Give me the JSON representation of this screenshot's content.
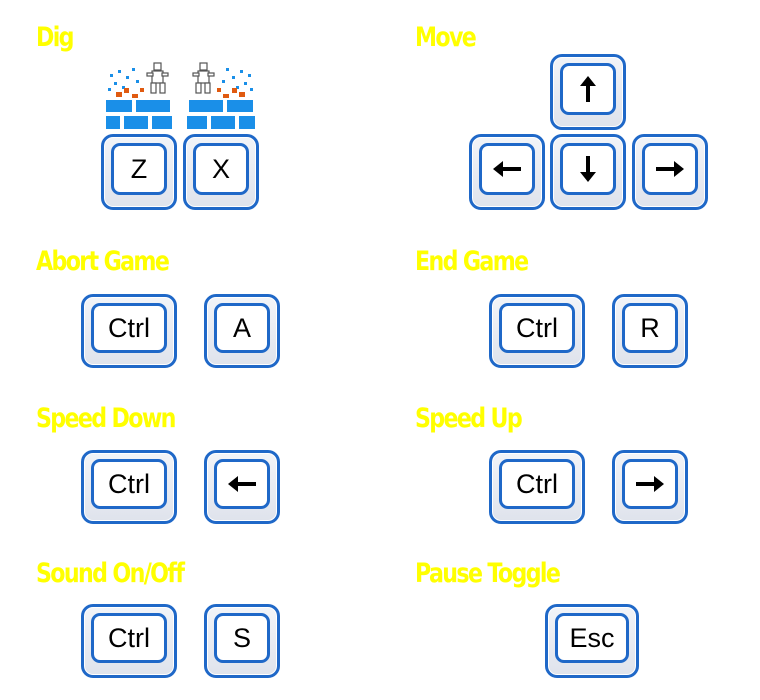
{
  "colors": {
    "title": "#ffff00",
    "key_border": "#1f68c8",
    "brick": "#1a8fe8",
    "debris": "#e05a10"
  },
  "sections": {
    "dig": {
      "title": "Dig",
      "keys": [
        "Z",
        "X"
      ]
    },
    "move": {
      "title": "Move",
      "keys": [
        "up-arrow-icon",
        "left-arrow-icon",
        "down-arrow-icon",
        "right-arrow-icon"
      ]
    },
    "abort_game": {
      "title": "Abort Game",
      "keys": [
        "Ctrl",
        "A"
      ]
    },
    "end_game": {
      "title": "End Game",
      "keys": [
        "Ctrl",
        "R"
      ]
    },
    "speed_down": {
      "title": "Speed Down",
      "keys": [
        "Ctrl",
        "left-arrow-icon"
      ]
    },
    "speed_up": {
      "title": "Speed Up",
      "keys": [
        "Ctrl",
        "right-arrow-icon"
      ]
    },
    "sound": {
      "title": "Sound On/Off",
      "keys": [
        "Ctrl",
        "S"
      ]
    },
    "pause": {
      "title": "Pause Toggle",
      "keys": [
        "Esc"
      ]
    }
  },
  "sprites": {
    "dig_left": "runner-digging-left-icon",
    "dig_right": "runner-digging-right-icon"
  }
}
